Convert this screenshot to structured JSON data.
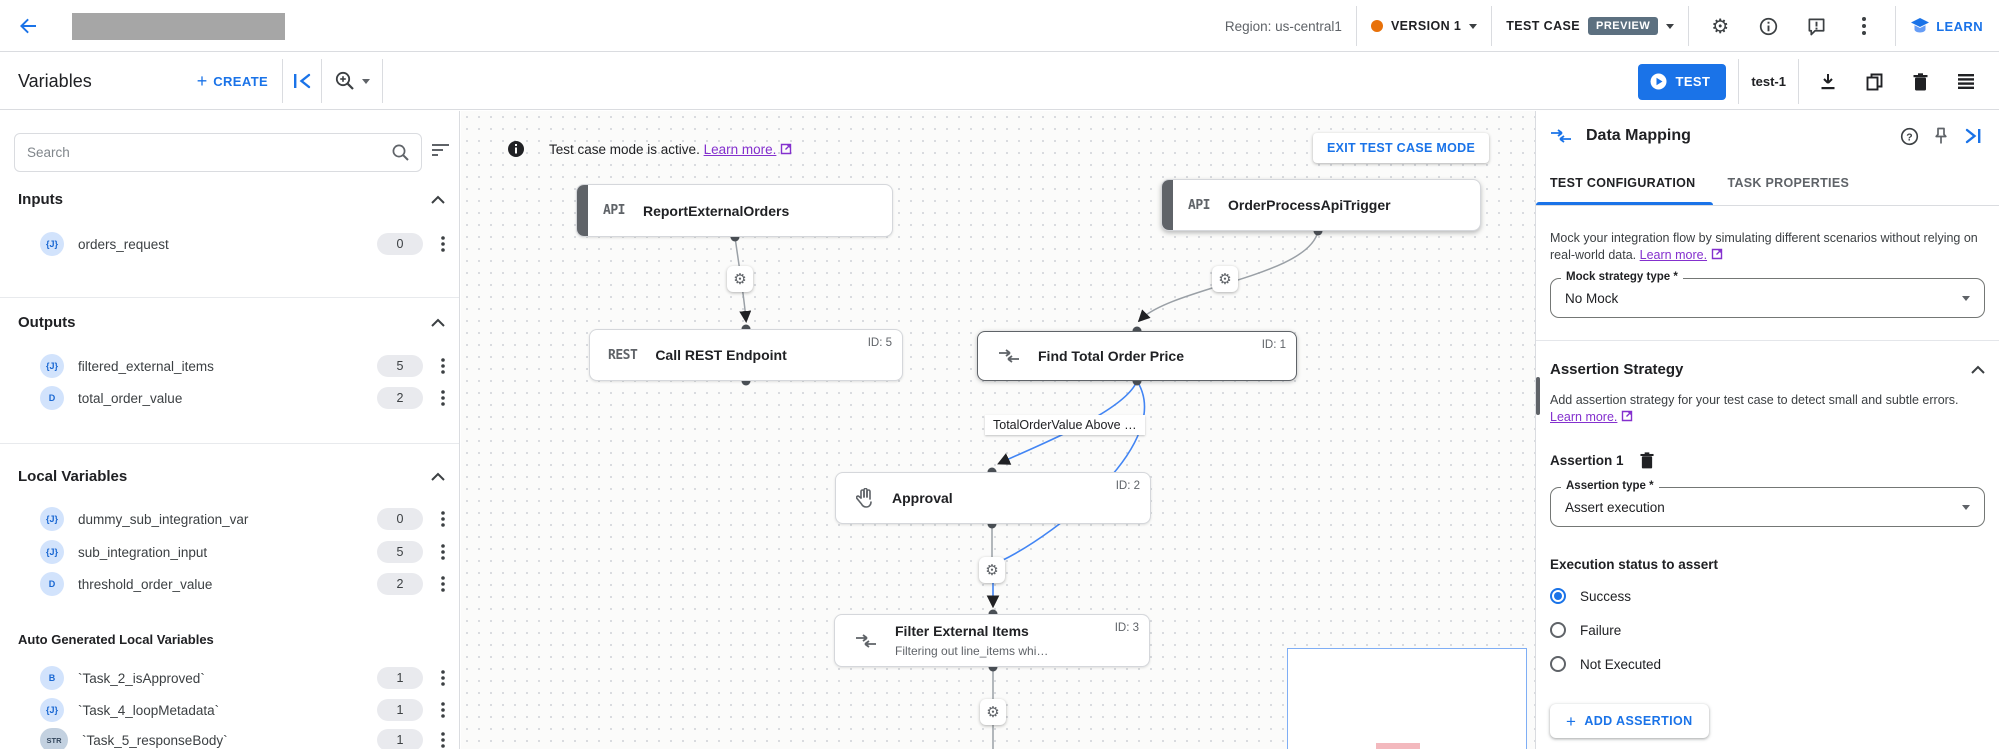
{
  "topbar": {
    "region": "Region: us-central1",
    "version_label": "VERSION 1",
    "test_case_label": "TEST CASE",
    "preview_badge": "PREVIEW",
    "learn_label": "LEARN"
  },
  "toolbar": {
    "title": "Variables",
    "create_label": "CREATE",
    "test_label": "TEST",
    "test_name": "test-1"
  },
  "sidebar": {
    "search_placeholder": "Search",
    "sections": [
      {
        "title": "Inputs",
        "items": [
          {
            "type": "{J}",
            "name": "orders_request",
            "count": "0"
          }
        ]
      },
      {
        "title": "Outputs",
        "items": [
          {
            "type": "{J}",
            "name": "filtered_external_items",
            "count": "5"
          },
          {
            "type": "D",
            "name": "total_order_value",
            "count": "2"
          }
        ]
      },
      {
        "title": "Local Variables",
        "items": [
          {
            "type": "{J}",
            "name": "dummy_sub_integration_var",
            "count": "0"
          },
          {
            "type": "{J}",
            "name": "sub_integration_input",
            "count": "5"
          },
          {
            "type": "D",
            "name": "threshold_order_value",
            "count": "2"
          }
        ]
      },
      {
        "title": "Auto Generated Local Variables",
        "items": [
          {
            "type": "B",
            "name": "`Task_2_isApproved`",
            "count": "1"
          },
          {
            "type": "{J}",
            "name": "`Task_4_loopMetadata`",
            "count": "1"
          },
          {
            "type": "STR",
            "name": "`Task_5_responseBody`",
            "count": "1"
          }
        ]
      }
    ]
  },
  "canvas": {
    "banner": {
      "text": "Test case mode is active.",
      "link": "Learn more.",
      "exit_button": "EXIT TEST CASE MODE"
    },
    "edge_label": "TotalOrderValue Above …",
    "nodes": [
      {
        "badge": "API",
        "title": "ReportExternalOrders"
      },
      {
        "badge": "API",
        "title": "OrderProcessApiTrigger"
      },
      {
        "badge": "REST",
        "title": "Call REST Endpoint",
        "id": "ID: 5"
      },
      {
        "title": "Find Total Order Price",
        "id": "ID: 1"
      },
      {
        "title": "Approval",
        "id": "ID: 2"
      },
      {
        "title": "Filter External Items",
        "id": "ID: 3",
        "subtitle": "Filtering out line_items whi…"
      }
    ]
  },
  "panel": {
    "title": "Data Mapping",
    "tabs": {
      "active": "TEST CONFIGURATION",
      "inactive": "TASK PROPERTIES"
    },
    "mock": {
      "desc": "Mock your integration flow by simulating different scenarios without relying on real-world data.",
      "link": "Learn more.",
      "label": "Mock strategy type *",
      "value": "No Mock"
    },
    "assertion": {
      "section_title": "Assertion Strategy",
      "desc": "Add assertion strategy for your test case to detect small and subtle errors.",
      "link": "Learn more.",
      "item_title": "Assertion 1",
      "type_label": "Assertion type *",
      "type_value": "Assert execution",
      "status_label": "Execution status to assert",
      "options": [
        "Success",
        "Failure",
        "Not Executed"
      ],
      "selected_option": "Success",
      "add_button": "ADD ASSERTION"
    }
  },
  "colors": {
    "accent": "#1a73e8",
    "link_purple": "#8430ce",
    "preview_badge": "#5c7080",
    "version_dot": "#e8710a"
  }
}
